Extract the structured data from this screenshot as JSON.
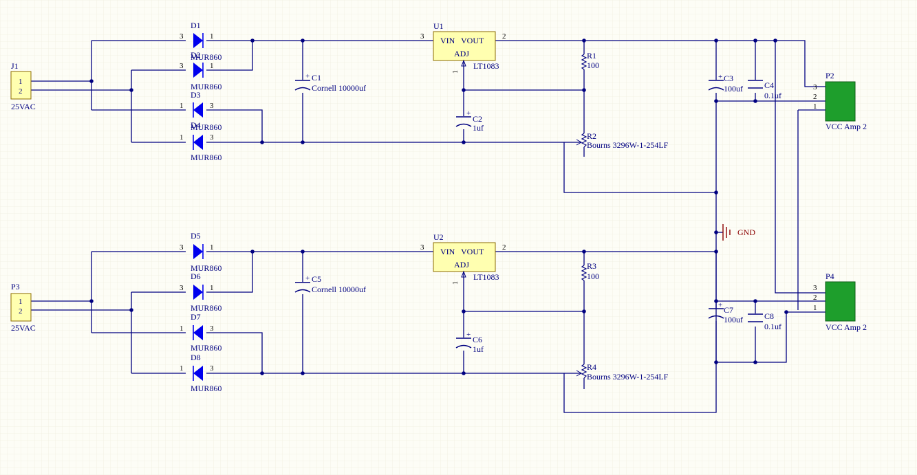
{
  "colors": {
    "background": "#fdfdf6",
    "grid": "#ece9d8",
    "wire": "#000080",
    "diode": "#0000ee",
    "connector_fill": "#ffffb0",
    "connector_stroke": "#8b6a00",
    "regulator_fill": "#ffffb0",
    "out_connector_fill": "#1e9e2c",
    "text": "#000080",
    "gnd_text": "#8b0000"
  },
  "connectors": {
    "J1": {
      "designator": "J1",
      "value": "25VAC",
      "pins": [
        "1",
        "2"
      ]
    },
    "P3": {
      "designator": "P3",
      "value": "25VAC",
      "pins": [
        "1",
        "2"
      ]
    },
    "P2": {
      "designator": "P2",
      "value": "VCC Amp 2",
      "pins": [
        "3",
        "2",
        "1"
      ]
    },
    "P4": {
      "designator": "P4",
      "value": "VCC Amp 2",
      "pins": [
        "3",
        "2",
        "1"
      ]
    }
  },
  "diodes": {
    "D1": {
      "designator": "D1",
      "value": "MUR860",
      "pin_a": "3",
      "pin_b": "1"
    },
    "D2": {
      "designator": "D2",
      "value": "MUR860",
      "pin_a": "3",
      "pin_b": "1"
    },
    "D3": {
      "designator": "D3",
      "value": "MUR860",
      "pin_a": "1",
      "pin_b": "3"
    },
    "D4": {
      "designator": "D4",
      "value": "MUR860",
      "pin_a": "1",
      "pin_b": "3"
    },
    "D5": {
      "designator": "D5",
      "value": "MUR860",
      "pin_a": "3",
      "pin_b": "1"
    },
    "D6": {
      "designator": "D6",
      "value": "MUR860",
      "pin_a": "3",
      "pin_b": "1"
    },
    "D7": {
      "designator": "D7",
      "value": "MUR860",
      "pin_a": "1",
      "pin_b": "3"
    },
    "D8": {
      "designator": "D8",
      "value": "MUR860",
      "pin_a": "1",
      "pin_b": "3"
    }
  },
  "regulators": {
    "U1": {
      "designator": "U1",
      "value": "LT1083",
      "vin": "VIN",
      "vout": "VOUT",
      "adj": "ADJ",
      "pin_in": "3",
      "pin_out": "2",
      "pin_adj": "1"
    },
    "U2": {
      "designator": "U2",
      "value": "LT1083",
      "vin": "VIN",
      "vout": "VOUT",
      "adj": "ADJ",
      "pin_in": "3",
      "pin_out": "2",
      "pin_adj": "1"
    }
  },
  "capacitors": {
    "C1": {
      "designator": "C1",
      "value": "Cornell 10000uf",
      "plus": "+"
    },
    "C2": {
      "designator": "C2",
      "value": "1uf",
      "plus": "+"
    },
    "C3": {
      "designator": "C3",
      "value": "100uf",
      "plus": "+"
    },
    "C4": {
      "designator": "C4",
      "value": "0.1uf"
    },
    "C5": {
      "designator": "C5",
      "value": "Cornell 10000uf",
      "plus": "+"
    },
    "C6": {
      "designator": "C6",
      "value": "1uf",
      "plus": "+"
    },
    "C7": {
      "designator": "C7",
      "value": "100uf",
      "plus": "+"
    },
    "C8": {
      "designator": "C8",
      "value": "0.1uf"
    }
  },
  "resistors": {
    "R1": {
      "designator": "R1",
      "value": "100"
    },
    "R2": {
      "designator": "R2",
      "value": "Bourns 3296W-1-254LF"
    },
    "R3": {
      "designator": "R3",
      "value": "100"
    },
    "R4": {
      "designator": "R4",
      "value": "Bourns 3296W-1-254LF"
    }
  },
  "gnd": {
    "label": "GND"
  }
}
